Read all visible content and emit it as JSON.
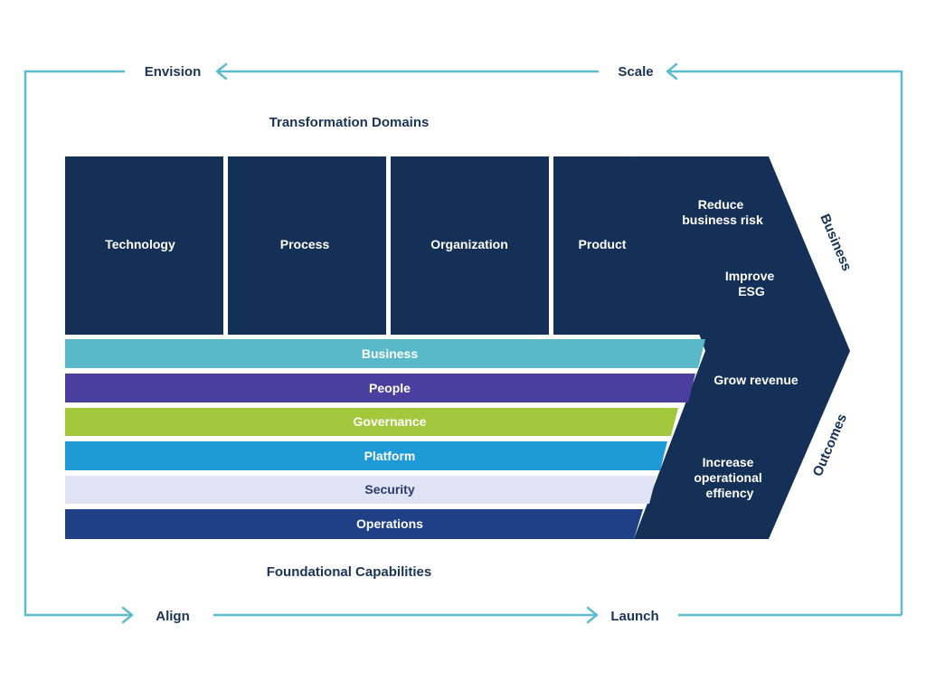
{
  "cycle": {
    "envision": "Envision",
    "scale": "Scale",
    "align": "Align",
    "launch": "Launch"
  },
  "transformation_domains": {
    "title": "Transformation Domains",
    "items": [
      "Technology",
      "Process",
      "Organization",
      "Product"
    ]
  },
  "foundational_capabilities": {
    "title": "Foundational Capabilities",
    "items": [
      {
        "label": "Business",
        "color": "#5ab9c9",
        "text_color": "#ffffff"
      },
      {
        "label": "People",
        "color": "#4a3f9e",
        "text_color": "#ffffff"
      },
      {
        "label": "Governance",
        "color": "#a2c83c",
        "text_color": "#ffffff"
      },
      {
        "label": "Platform",
        "color": "#1e9ad6",
        "text_color": "#ffffff"
      },
      {
        "label": "Security",
        "color": "#dfe3f3",
        "text_color": "#2a3a6a"
      },
      {
        "label": "Operations",
        "color": "#1f3f86",
        "text_color": "#ffffff"
      }
    ]
  },
  "outcomes": {
    "label_top": "Business",
    "label_bottom": "Outcomes",
    "items": [
      [
        "Reduce",
        "business risk"
      ],
      [
        "Improve",
        "ESG"
      ],
      [
        "Grow revenue"
      ],
      [
        "Increase",
        "operational",
        "effiency"
      ]
    ]
  },
  "colors": {
    "navy": "#153057",
    "cycle_line": "#5bbccb",
    "heading_text": "#1b3356"
  }
}
